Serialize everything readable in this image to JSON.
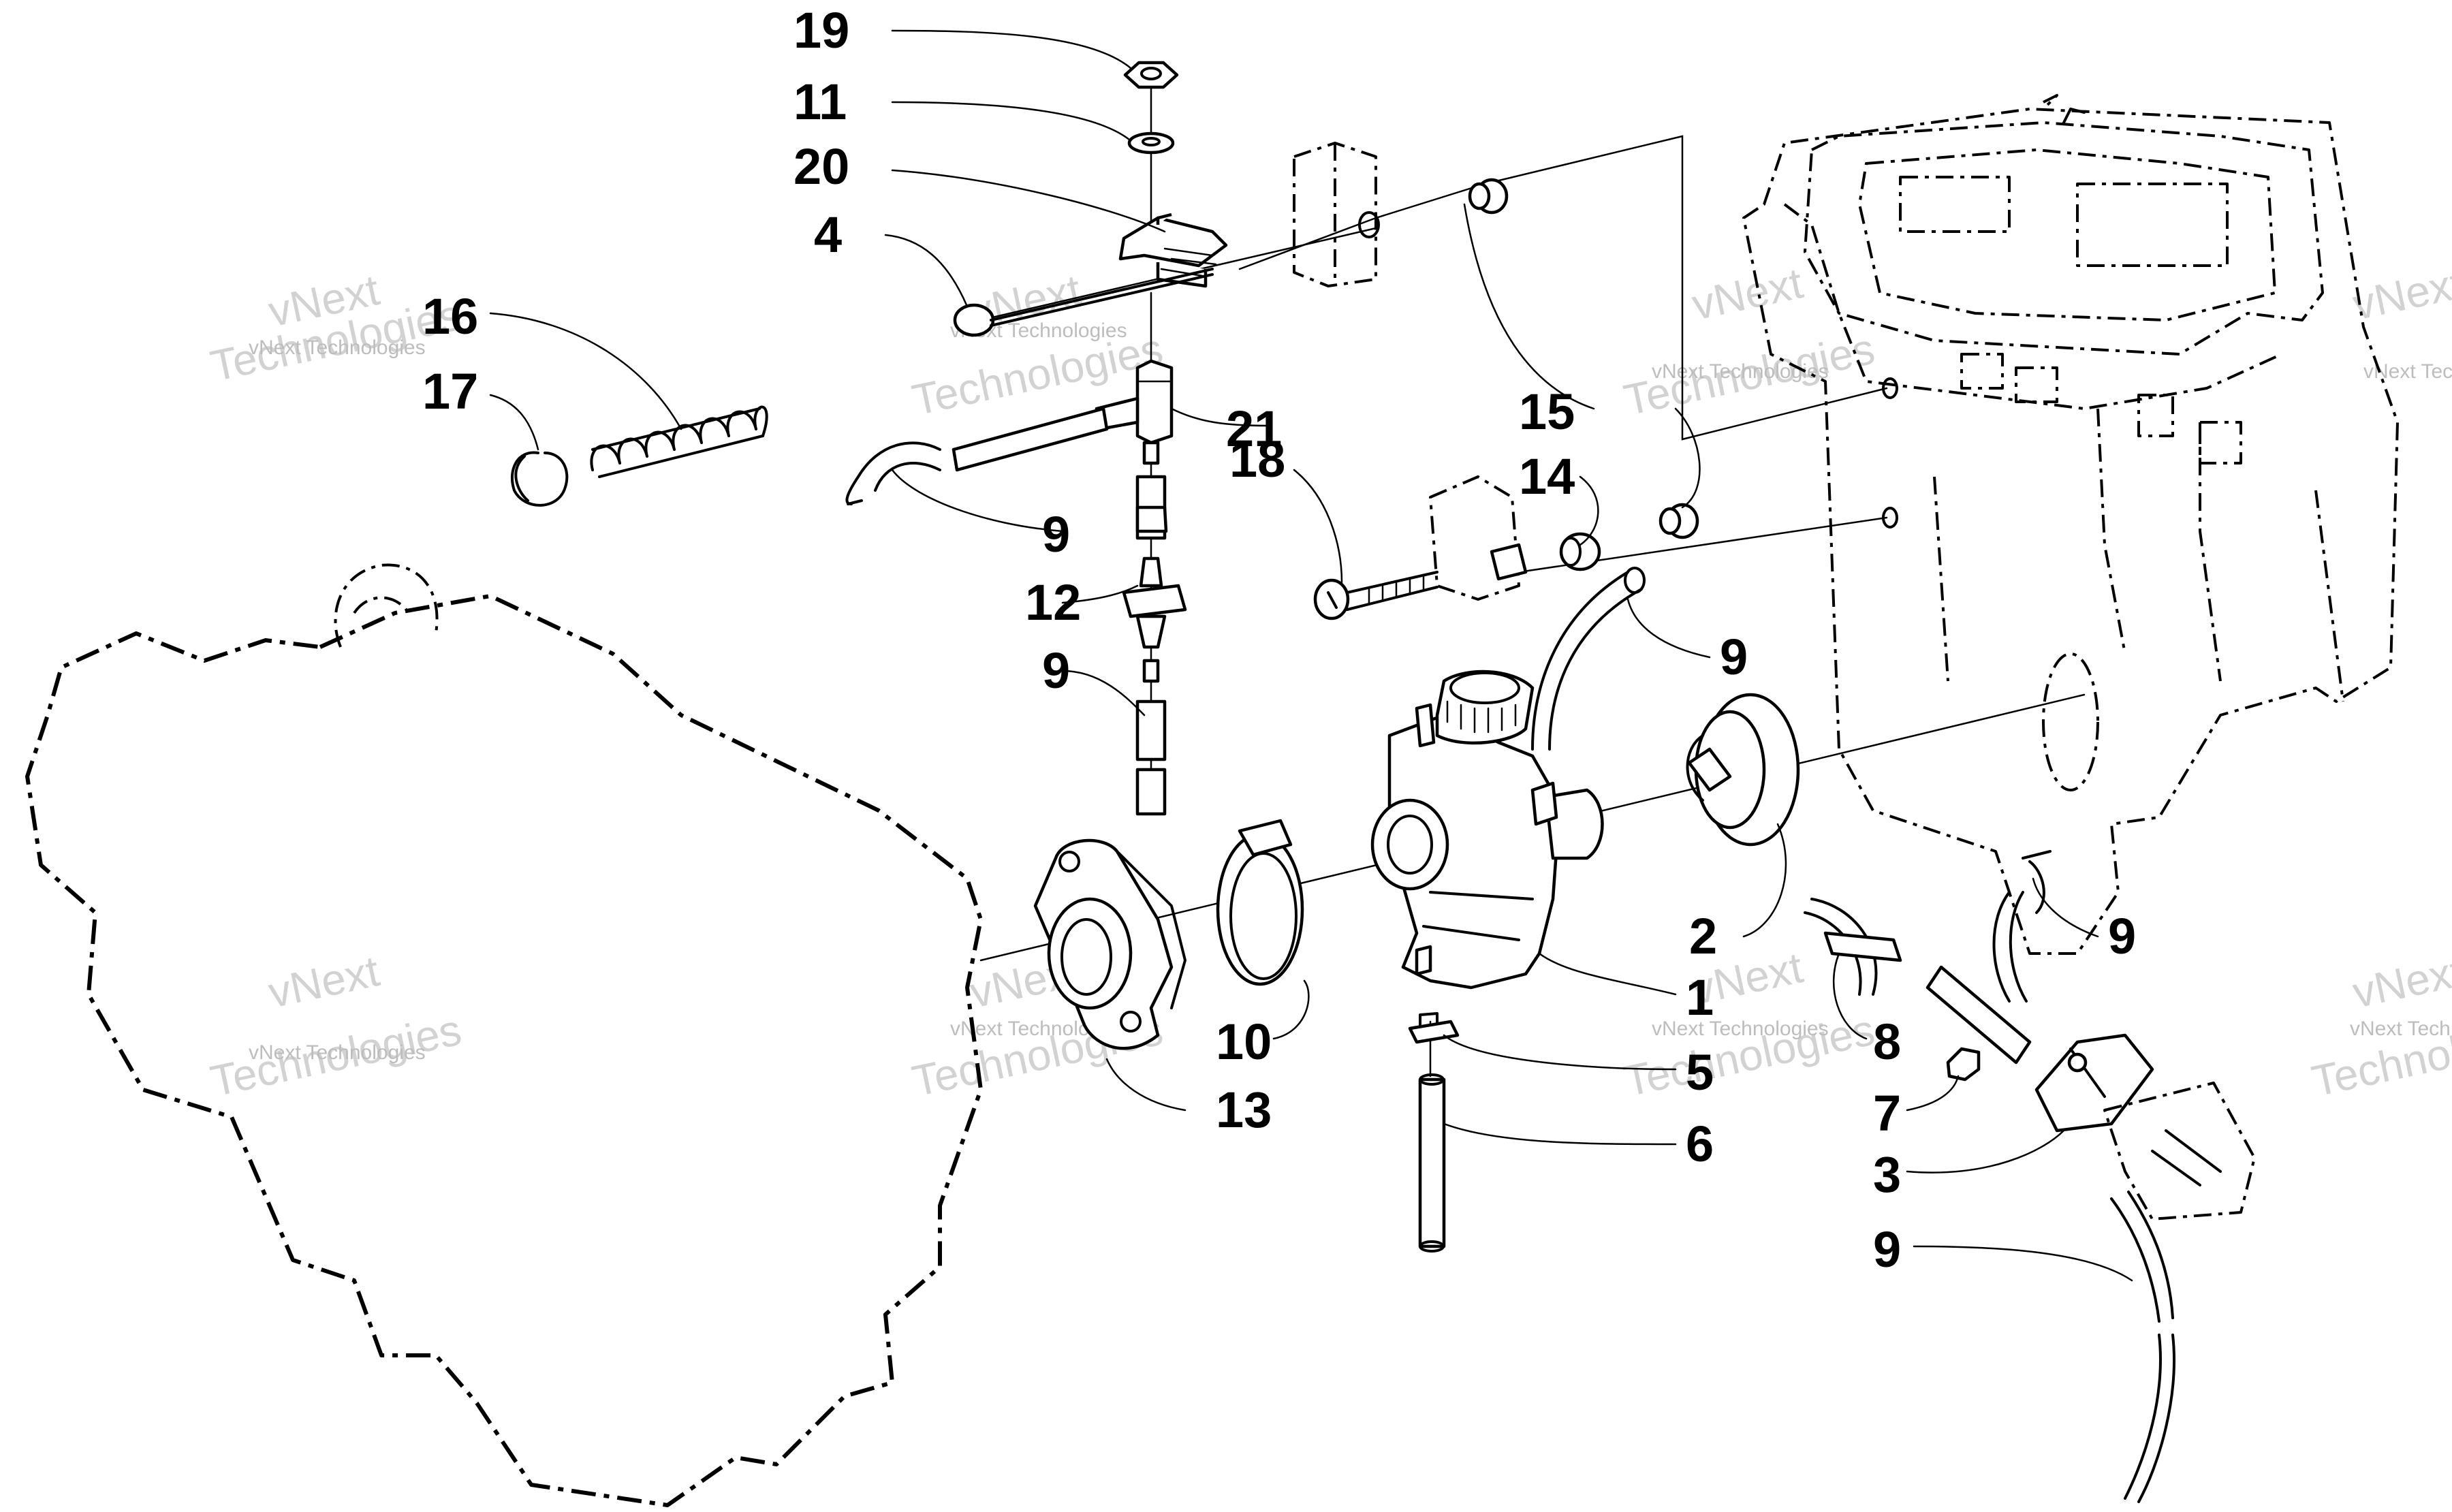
{
  "diagram": {
    "callouts": [
      {
        "id": "c19",
        "label": "19"
      },
      {
        "id": "c11",
        "label": "11"
      },
      {
        "id": "c20",
        "label": "20"
      },
      {
        "id": "c4",
        "label": "4"
      },
      {
        "id": "c16",
        "label": "16"
      },
      {
        "id": "c17",
        "label": "17"
      },
      {
        "id": "c21",
        "label": "21"
      },
      {
        "id": "c15",
        "label": "15"
      },
      {
        "id": "c14",
        "label": "14"
      },
      {
        "id": "c18",
        "label": "18"
      },
      {
        "id": "c9a",
        "label": "9"
      },
      {
        "id": "c12",
        "label": "12"
      },
      {
        "id": "c9b",
        "label": "9"
      },
      {
        "id": "c9c",
        "label": "9"
      },
      {
        "id": "c2",
        "label": "2"
      },
      {
        "id": "c9d",
        "label": "9"
      },
      {
        "id": "c1",
        "label": "1"
      },
      {
        "id": "c8",
        "label": "8"
      },
      {
        "id": "c10",
        "label": "10"
      },
      {
        "id": "c5",
        "label": "5"
      },
      {
        "id": "c13",
        "label": "13"
      },
      {
        "id": "c7",
        "label": "7"
      },
      {
        "id": "c6",
        "label": "6"
      },
      {
        "id": "c3",
        "label": "3"
      },
      {
        "id": "c9e",
        "label": "9"
      }
    ],
    "watermark": {
      "small": "vNext Technologies",
      "large_a": "vNext",
      "large_b": "Technologies"
    }
  }
}
